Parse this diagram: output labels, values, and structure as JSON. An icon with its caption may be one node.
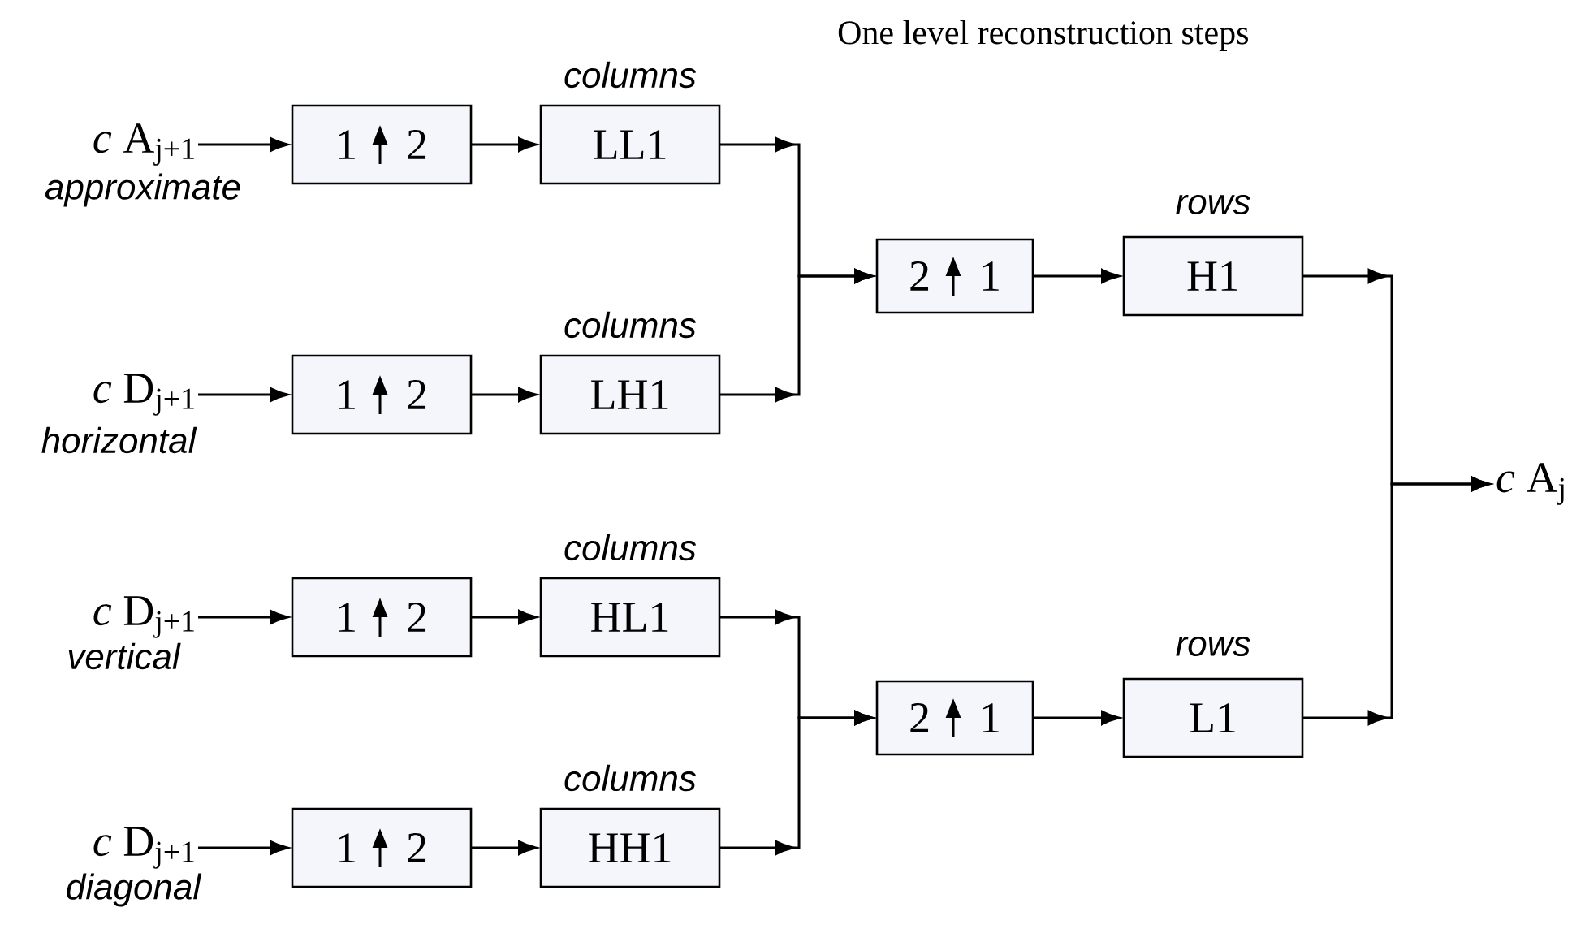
{
  "diagram": {
    "title": "One level reconstruction steps",
    "nodes": [
      {
        "text": [
          "*c* A$_{j+1}$"
        ],
        "beside": [
          "approximate"
        ]
      },
      {
        "text": [
          "1",
          "2"
        ]
      },
      {
        "text": [
          "LL1"
        ],
        "beside": [
          "columns"
        ]
      },
      {
        "text": [
          "*c* D$_{j+1}$"
        ],
        "beside": [
          "horizontal"
        ]
      },
      {
        "text": [
          "1",
          "2"
        ]
      },
      {
        "text": [
          "LH1"
        ],
        "beside": [
          "columns"
        ]
      },
      {
        "text": [
          "*c* D$_{j+1}$"
        ],
        "beside": [
          "vertical"
        ]
      },
      {
        "text": [
          "1",
          "2"
        ]
      },
      {
        "text": [
          "HL1"
        ],
        "beside": [
          "columns"
        ]
      },
      {
        "text": [
          "*c* D$_{j+1}$"
        ],
        "beside": [
          "diagonal"
        ]
      },
      {
        "text": [
          "1",
          "2"
        ]
      },
      {
        "text": [
          "HH1"
        ],
        "beside": [
          "columns"
        ]
      },
      {
        "text": [
          "2",
          "1"
        ]
      },
      {
        "text": [
          "H1"
        ],
        "beside": [
          "rows"
        ]
      },
      {
        "text": [
          "2",
          "1"
        ]
      },
      {
        "text": [
          "L1"
        ],
        "beside": [
          "rows"
        ]
      },
      {
        "text": [
          "*c* A$_{j}$"
        ]
      }
    ],
    "edges": [
      {
        "from": 0,
        "to": 1,
        "arrow": "to"
      },
      {
        "from": 1,
        "to": 2,
        "arrow": "to"
      },
      {
        "from": 3,
        "to": 4,
        "arrow": "to"
      },
      {
        "from": 4,
        "to": 5,
        "arrow": "to"
      },
      {
        "from": 6,
        "to": 7,
        "arrow": "to"
      },
      {
        "from": 7,
        "to": 8,
        "arrow": "to"
      },
      {
        "from": 9,
        "to": 10,
        "arrow": "to"
      },
      {
        "from": 10,
        "to": 11,
        "arrow": "to"
      },
      {
        "from": 2,
        "to": 12,
        "arrow": "to"
      },
      {
        "from": 5,
        "to": 12,
        "arrow": "to"
      },
      {
        "from": 8,
        "to": 14,
        "arrow": "to"
      },
      {
        "from": 11,
        "to": 14,
        "arrow": "to"
      },
      {
        "from": 12,
        "to": 13,
        "arrow": "to"
      },
      {
        "from": 14,
        "to": 15,
        "arrow": "to"
      },
      {
        "from": 13,
        "to": 16,
        "arrow": "to"
      },
      {
        "from": 15,
        "to": 16,
        "arrow": "to"
      }
    ]
  }
}
